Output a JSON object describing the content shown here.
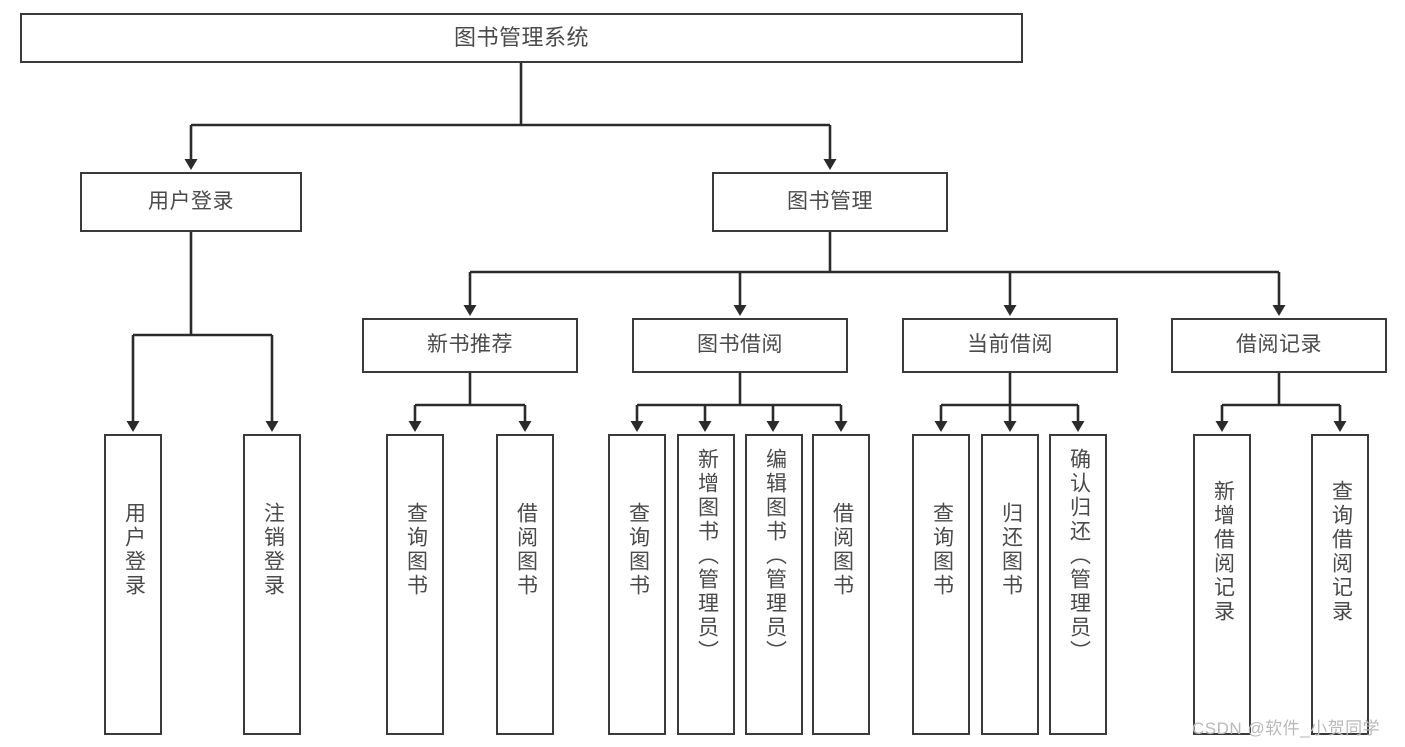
{
  "diagram": {
    "type": "tree",
    "title": "图书管理系统",
    "colors": {
      "box_border": "#3a3a3a",
      "box_fill": "#ffffff",
      "text": "#4a4a4a",
      "edge": "#2b2b2b",
      "watermark": "#b9b9b9",
      "background": "#ffffff"
    },
    "nodes": {
      "root": {
        "label": "图书管理系统"
      },
      "level2": [
        {
          "label": "用户登录"
        },
        {
          "label": "图书管理"
        }
      ],
      "level3": [
        {
          "label": "新书推荐"
        },
        {
          "label": "图书借阅"
        },
        {
          "label": "当前借阅"
        },
        {
          "label": "借阅记录"
        }
      ],
      "leaves": {
        "user_login": [
          {
            "label": "用户登录"
          },
          {
            "label": "注销登录"
          }
        ],
        "new_book": [
          {
            "label": "查询图书"
          },
          {
            "label": "借阅图书"
          }
        ],
        "book_borrow": [
          {
            "label": "查询图书"
          },
          {
            "label": "新增图书（管理员）"
          },
          {
            "label": "编辑图书（管理员）"
          },
          {
            "label": "借阅图书"
          }
        ],
        "current_borrow": [
          {
            "label": "查询图书"
          },
          {
            "label": "归还图书"
          },
          {
            "label": "确认归还（管理员）"
          }
        ],
        "borrow_record": [
          {
            "label": "新增借阅记录"
          },
          {
            "label": "查询借阅记录"
          }
        ]
      }
    },
    "watermark": "CSDN @软件_小贺同学"
  }
}
